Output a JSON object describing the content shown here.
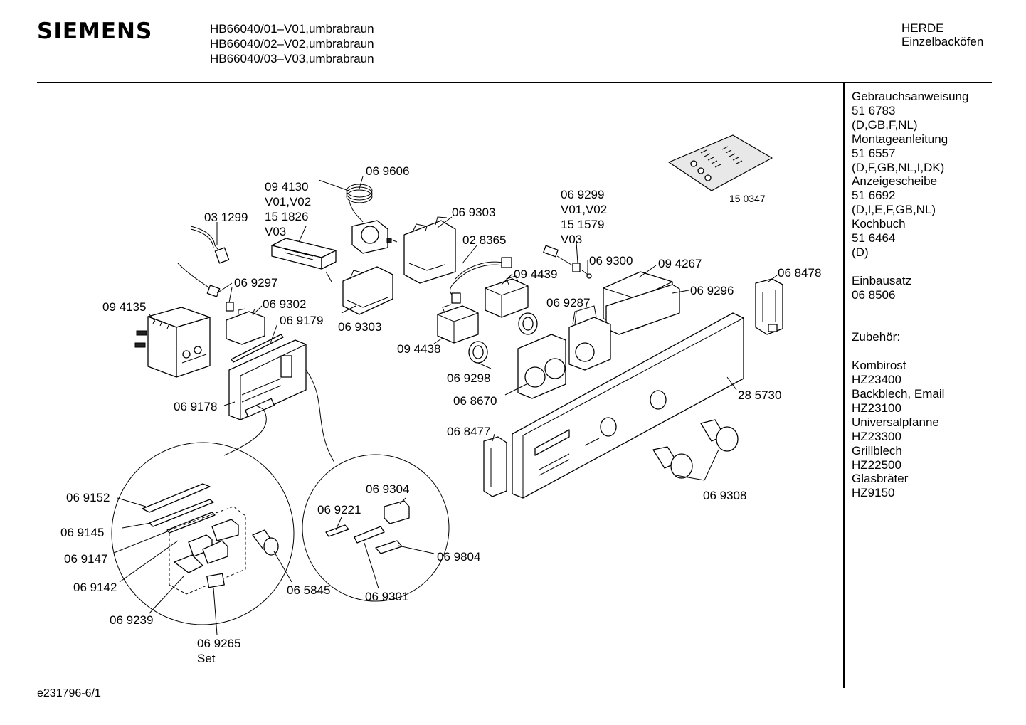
{
  "brand": "SIEMENS",
  "models": [
    "HB66040/01–V01,umbrabraun",
    "HB66040/02–V02,umbrabraun",
    "HB66040/03–V03,umbrabraun"
  ],
  "category": {
    "line1": "HERDE",
    "line2": "Einzelbacköfen"
  },
  "sidebar": {
    "docs": [
      "Gebrauchsanweisung",
      "51 6783",
      "(D,GB,F,NL)",
      "Montageanleitung",
      "51 6557",
      "(D,F,GB,NL,I,DK)",
      "Anzeigescheibe",
      "51 6692",
      "(D,I,E,F,GB,NL)",
      "Kochbuch",
      "51 6464",
      "(D)"
    ],
    "einbausatz": [
      "Einbausatz",
      "06 8506"
    ],
    "zubehoer_title": "Zubehör:",
    "zubehoer": [
      "Kombirost",
      "HZ23400",
      "Backblech, Email",
      "HZ23100",
      "Universalpfanne",
      "HZ23300",
      "Grillblech",
      "HZ22500",
      "Glasbräter",
      "HZ9150"
    ]
  },
  "parts": {
    "p069606": "06 9606",
    "p094130": "09 4130",
    "p094130_v1": "V01,V02",
    "p151826": "15 1826",
    "p151826_v": "V03",
    "p031299": "03 1299",
    "p069303a": "06 9303",
    "p028365": "02 8365",
    "p069299": "06 9299",
    "p069299_v": "V01,V02",
    "p151579": "15 1579",
    "p151579_v": "V03",
    "p150347": "15 0347",
    "p069300": "06 9300",
    "p094267": "09 4267",
    "p068478": "06 8478",
    "p094439": "09 4439",
    "p069297": "06 9297",
    "p094135": "09 4135",
    "p069302": "06 9302",
    "p069179": "06 9179",
    "p069303b": "06 9303",
    "p069287": "06 9287",
    "p069296": "06 9296",
    "p094438": "09 4438",
    "p069298": "06 9298",
    "p068670": "06 8670",
    "p285730": "28 5730",
    "p069178": "06 9178",
    "p068477": "06 8477",
    "p069308": "06 9308",
    "p069152": "06 9152",
    "p069145": "06 9145",
    "p069147": "06 9147",
    "p069142": "06 9142",
    "p069239": "06 9239",
    "p069265": "06 9265",
    "p069265_set": "Set",
    "p065845": "06 5845",
    "p069304": "06 9304",
    "p069221": "06 9221",
    "p069804": "06 9804",
    "p069301": "06 9301"
  },
  "footer": "e231796-6/1"
}
